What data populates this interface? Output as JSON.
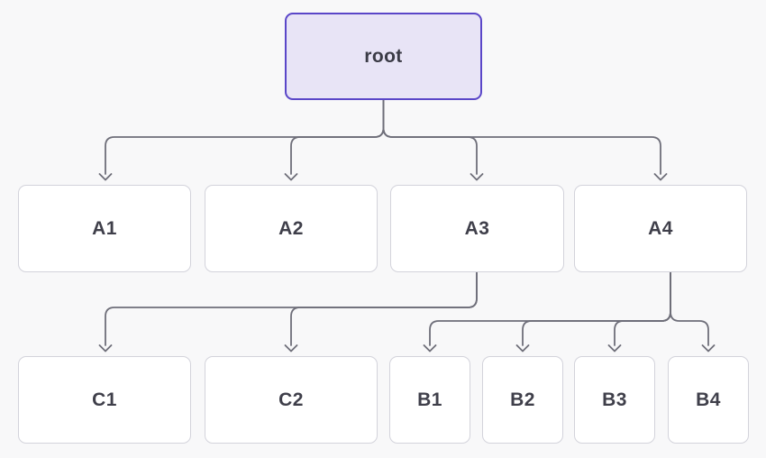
{
  "diagram": {
    "type": "tree",
    "nodes": {
      "root": {
        "label": "root"
      },
      "A1": {
        "label": "A1"
      },
      "A2": {
        "label": "A2"
      },
      "A3": {
        "label": "A3"
      },
      "A4": {
        "label": "A4"
      },
      "C1": {
        "label": "C1"
      },
      "C2": {
        "label": "C2"
      },
      "B1": {
        "label": "B1"
      },
      "B2": {
        "label": "B2"
      },
      "B3": {
        "label": "B3"
      },
      "B4": {
        "label": "B4"
      }
    },
    "structure": {
      "id": "root",
      "children": [
        {
          "id": "A1",
          "children": []
        },
        {
          "id": "A2",
          "children": []
        },
        {
          "id": "A3",
          "children": [
            {
              "id": "C1"
            },
            {
              "id": "C2"
            }
          ]
        },
        {
          "id": "A4",
          "children": [
            {
              "id": "B1"
            },
            {
              "id": "B2"
            },
            {
              "id": "B3"
            },
            {
              "id": "B4"
            }
          ]
        }
      ]
    },
    "edges": [
      [
        "root",
        "A1"
      ],
      [
        "root",
        "A2"
      ],
      [
        "root",
        "A3"
      ],
      [
        "root",
        "A4"
      ],
      [
        "A3",
        "C1"
      ],
      [
        "A3",
        "C2"
      ],
      [
        "A4",
        "B1"
      ],
      [
        "A4",
        "B2"
      ],
      [
        "A4",
        "B3"
      ],
      [
        "A4",
        "B4"
      ]
    ],
    "colors": {
      "background": "#f8f8f9",
      "edge": "#6e6e79",
      "node_fill": "#ffffff",
      "node_border": "#d3d3db",
      "node_text": "#3f3f4a",
      "root_fill": "#e8e4f6",
      "root_border": "#5a46c8"
    }
  }
}
